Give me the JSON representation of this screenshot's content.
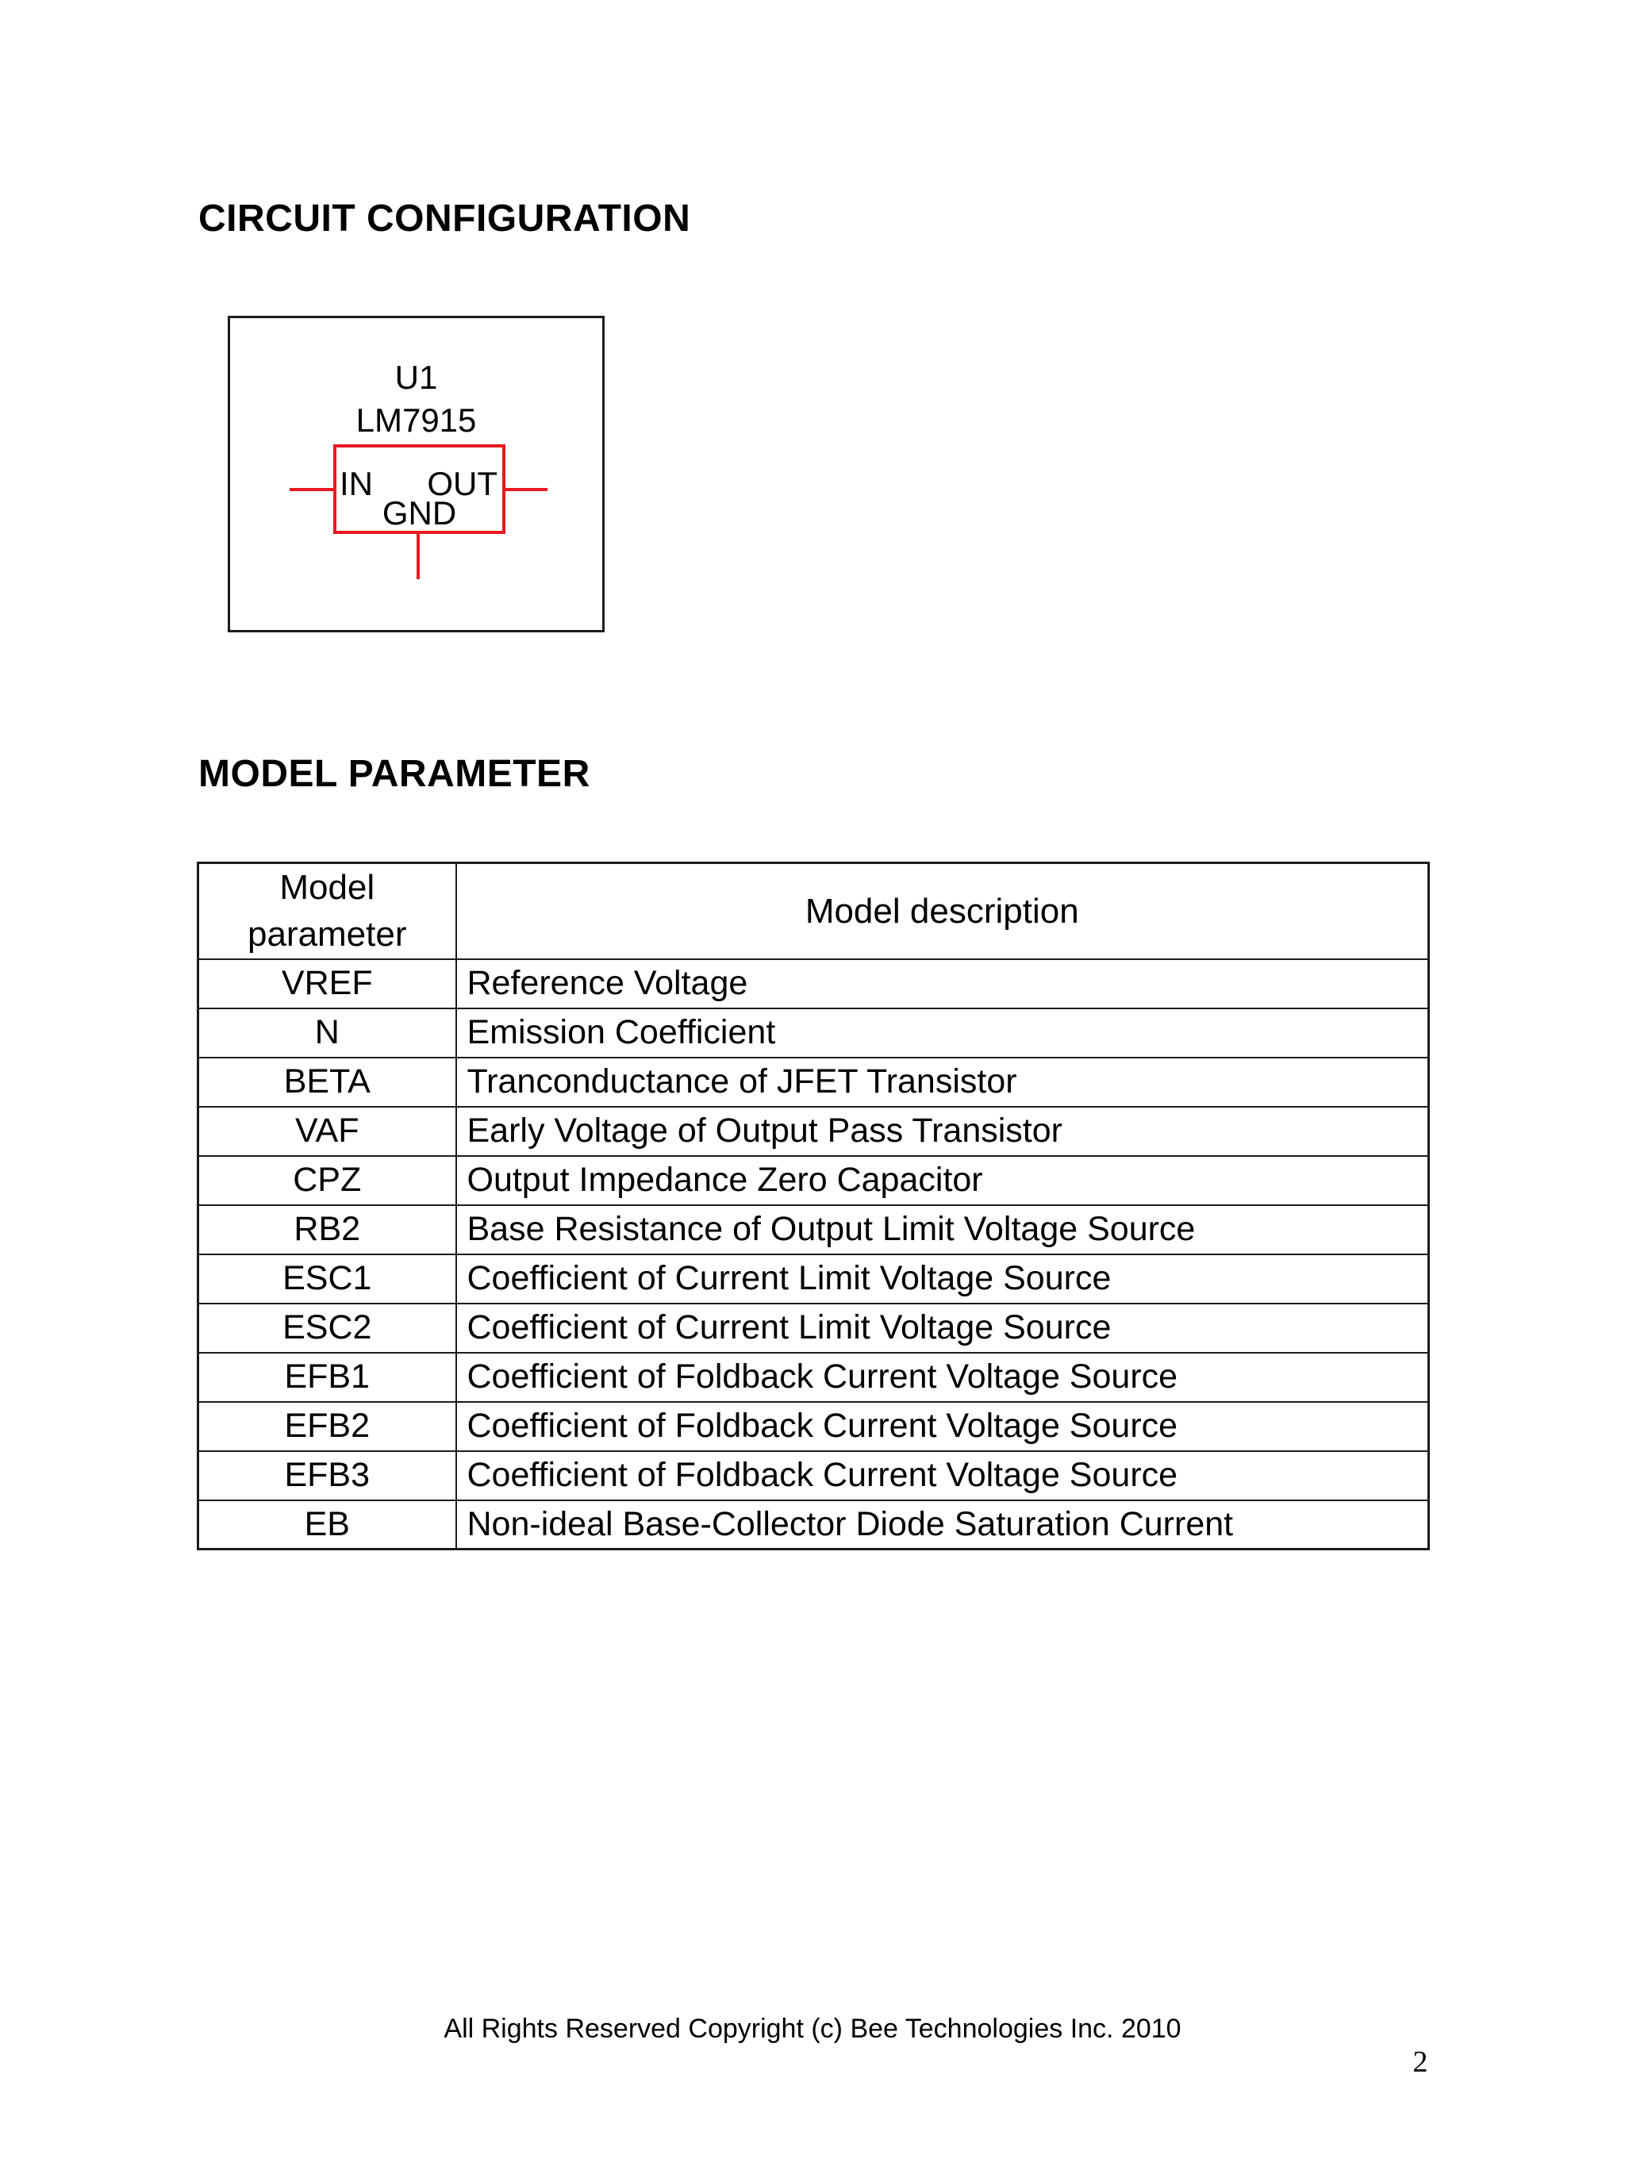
{
  "colors": {
    "accent_red": "#e8191f",
    "ink": "#000000"
  },
  "circuit_section": {
    "heading": "CIRCUIT CONFIGURATION",
    "component": {
      "refdes": "U1",
      "part_number": "LM7915",
      "pin_in": "IN",
      "pin_out": "OUT",
      "pin_gnd": "GND"
    }
  },
  "model_section": {
    "heading": "MODEL PARAMETER",
    "table": {
      "col1_header": "Model\nparameter",
      "col2_header": "Model description",
      "rows": [
        {
          "param": "VREF",
          "description": "Reference Voltage"
        },
        {
          "param": "N",
          "description": "Emission Coefficient"
        },
        {
          "param": "BETA",
          "description": "Tranconductance of JFET Transistor"
        },
        {
          "param": "VAF",
          "description": "Early Voltage of Output Pass Transistor"
        },
        {
          "param": "CPZ",
          "description": "Output Impedance Zero Capacitor"
        },
        {
          "param": "RB2",
          "description": "Base Resistance of Output Limit Voltage Source"
        },
        {
          "param": "ESC1",
          "description": "Coefficient of Current Limit Voltage Source"
        },
        {
          "param": "ESC2",
          "description": "Coefficient of Current Limit Voltage Source"
        },
        {
          "param": "EFB1",
          "description": "Coefficient of Foldback Current Voltage Source"
        },
        {
          "param": "EFB2",
          "description": "Coefficient of Foldback Current Voltage Source"
        },
        {
          "param": "EFB3",
          "description": "Coefficient of Foldback Current Voltage Source"
        },
        {
          "param": "EB",
          "description": "Non-ideal Base-Collector Diode Saturation Current"
        }
      ]
    }
  },
  "page": {
    "footer": "All Rights Reserved Copyright (c) Bee Technologies Inc. 2010",
    "number": "2"
  }
}
